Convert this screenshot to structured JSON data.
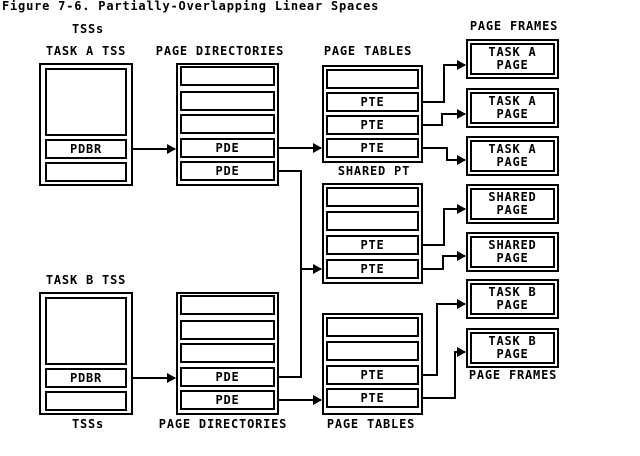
{
  "title": "Figure 7-6. Partially-Overlapping Linear Spaces",
  "labels": {
    "tsss_top": "TSSs",
    "task_a_tss": "TASK A TSS",
    "page_directories_top": "PAGE DIRECTORIES",
    "page_tables_top": "PAGE TABLES",
    "page_frames_top": "PAGE FRAMES",
    "shared_pt": "SHARED PT",
    "task_b_tss": "TASK B TSS",
    "tsss_bottom": "TSSs",
    "page_directories_bottom": "PAGE DIRECTORIES",
    "page_tables_bottom": "PAGE TABLES",
    "page_frames_bottom": "PAGE FRAMES"
  },
  "tss_a": {
    "pdbr": "PDBR"
  },
  "tss_b": {
    "pdbr": "PDBR"
  },
  "page_directory_1": {
    "rows": [
      "",
      "",
      "",
      "PDE",
      "PDE"
    ]
  },
  "page_directory_2": {
    "rows": [
      "",
      "",
      "",
      "PDE",
      "PDE"
    ]
  },
  "page_table_1": {
    "rows": [
      "",
      "PTE",
      "PTE",
      "PTE"
    ]
  },
  "shared_page_table": {
    "rows": [
      "",
      "",
      "PTE",
      "PTE"
    ]
  },
  "page_table_3": {
    "rows": [
      "",
      "",
      "PTE",
      "PTE"
    ]
  },
  "page_frames": [
    {
      "line1": "TASK A",
      "line2": "PAGE"
    },
    {
      "line1": "TASK A",
      "line2": "PAGE"
    },
    {
      "line1": "TASK A",
      "line2": "PAGE"
    },
    {
      "line1": "SHARED",
      "line2": "PAGE"
    },
    {
      "line1": "SHARED",
      "line2": "PAGE"
    },
    {
      "line1": "TASK B",
      "line2": "PAGE"
    },
    {
      "line1": "TASK B",
      "line2": "PAGE"
    }
  ],
  "colors": {
    "ink": "#000000",
    "background": "#ffffff"
  }
}
